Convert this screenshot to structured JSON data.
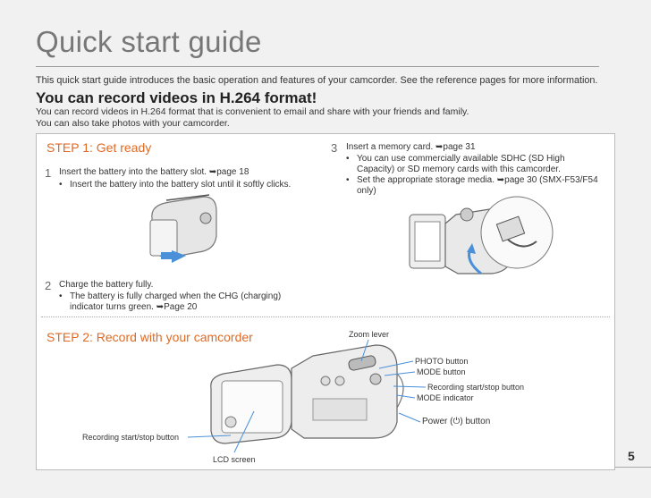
{
  "header": {
    "title": "Quick start guide",
    "intro": "This quick start guide introduces the basic operation and features of your camcorder. See the reference pages for more information.",
    "subhead": "You can record videos in H.264 format!",
    "desc_line1": "You can record videos in H.264 format that is convenient to email and share with your friends and family.",
    "desc_line2": "You can also take photos with your camcorder."
  },
  "step1": {
    "title": "STEP 1: Get ready",
    "item1_num": "1",
    "item1_text": "Insert the battery into the battery slot. ➥page 18",
    "item1_bullet": "Insert the battery into the battery slot until it softly clicks.",
    "item2_num": "2",
    "item2_text": "Charge the battery fully.",
    "item2_bullet_line1": "The battery is fully charged when the CHG (charging)",
    "item2_bullet_line2": "indicator turns green. ➥Page 20",
    "item3_num": "3",
    "item3_text": "Insert a memory card. ➥page 31",
    "item3_bullet1_line1": "You can use commercially available SDHC (SD High",
    "item3_bullet1_line2": "Capacity) or SD memory cards with this camcorder.",
    "item3_bullet2_line1": "Set the appropriate storage media. ➥page 30 (SMX-F53/F54",
    "item3_bullet2_line2": "only)"
  },
  "step2": {
    "title": "STEP 2: Record with your camcorder",
    "labels": {
      "zoom_lever": "Zoom lever",
      "photo_button": "PHOTO button",
      "mode_button": "MODE button",
      "rec_button_right": "Recording start/stop button",
      "mode_indicator": "MODE indicator",
      "power_button": "Power (⏻) button",
      "rec_button_left": "Recording start/stop button",
      "lcd_screen": "LCD screen"
    }
  },
  "footer": {
    "page_number": "5"
  },
  "colors": {
    "accent": "#e06a24",
    "callout": "#4a90d9"
  }
}
